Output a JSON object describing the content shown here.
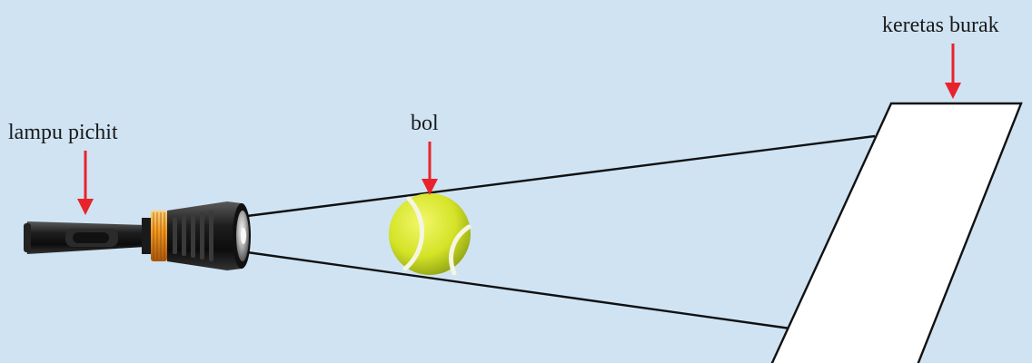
{
  "labels": {
    "flashlight": "lampu pichit",
    "ball": "bol",
    "paper": "keretas burak"
  },
  "icons": {
    "flashlight": "flashlight-icon",
    "ball": "tennis-ball-icon",
    "paper": "paper-screen-icon"
  },
  "colors": {
    "background": "#cfe3f3",
    "pointer_arrow": "#e8232b",
    "ball": "#d7e62a",
    "flashlight_ring": "#f39a1f",
    "paper": "#ffffff"
  }
}
